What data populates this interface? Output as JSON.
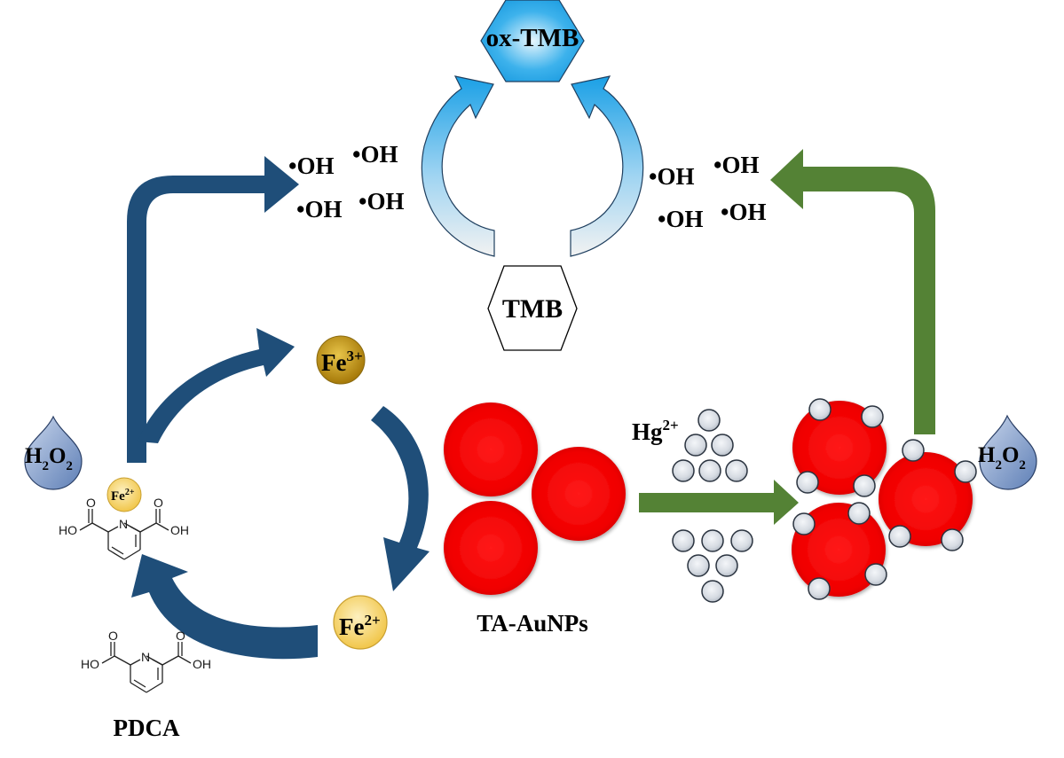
{
  "title": "Fe2+/PDCA and TA-AuNPs / Hg2+ nanozyme colorimetric detection scheme",
  "colors": {
    "fenton_arrow": "#1f4e79",
    "hg_arrow": "#548235",
    "auNP": "#ff0000",
    "hg_ion": "#d9dde3",
    "fe3": "#b8860b",
    "fe2": "#f5d36b",
    "oxtmb": "#1fa3e8",
    "h2o2_drop": "#7f9cc9"
  },
  "labels": {
    "ox_tmb": "ox-TMB",
    "tmb": "TMB",
    "fe3_base": "Fe",
    "fe3_sup": "3+",
    "fe2_base": "Fe",
    "fe2_sup": "2+",
    "fe2_complex_base": "Fe",
    "fe2_complex_sup": "2+",
    "h2o2_left_h": "H",
    "h2o2_left_sub1": "2",
    "h2o2_left_o": "O",
    "h2o2_left_sub2": "2",
    "h2o2_right_h": "H",
    "h2o2_right_sub1": "2",
    "h2o2_right_o": "O",
    "h2o2_right_sub2": "2",
    "hg_base": "Hg",
    "hg_sup": "2+",
    "ta_aunps": "TA-AuNPs",
    "pdca": "PDCA"
  },
  "radicals_left": [
    "•OH",
    "•OH",
    "•OH",
    "•OH"
  ],
  "radicals_right": [
    "•OH",
    "•OH",
    "•OH",
    "•OH"
  ],
  "pdca_structure": {
    "ring_atom": "N",
    "left_group": "HO",
    "right_group": "OH",
    "carbonyl": "O"
  }
}
